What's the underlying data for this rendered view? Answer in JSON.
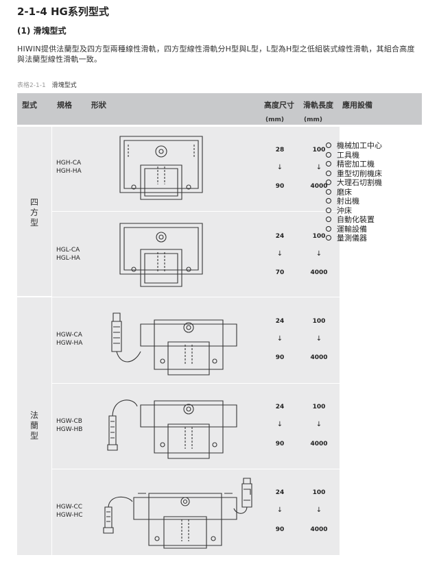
{
  "title": "2-1-4 HG系列型式",
  "subtitle": "(1) 滑塊型式",
  "description": "HIWIN提供法蘭型及四方型兩種線性滑軌，四方型線性滑軌分H型與L型，L型為H型之低組裝式線性滑軌，其組合高度與法蘭型線性滑軌一致。",
  "caption": {
    "number": "表格2-1-1",
    "text": "滑塊型式"
  },
  "headers": {
    "type": "型式",
    "spec": "規格",
    "shape": "形狀",
    "height": "高度尺寸",
    "length": "滑軌長度",
    "application": "應用設備",
    "height_unit": "(mm)",
    "length_unit": "(mm)"
  },
  "types": [
    {
      "label": "四方型",
      "lines": [
        "四",
        "方",
        "型"
      ]
    },
    {
      "label": "法蘭型",
      "lines": [
        "法",
        "蘭",
        "型"
      ]
    }
  ],
  "rows": [
    {
      "spec": [
        "HGH-CA",
        "HGH-HA"
      ],
      "height_min": "28",
      "height_max": "90",
      "length_min": "100",
      "length_max": "4000",
      "arrow": "↓"
    },
    {
      "spec": [
        "HGL-CA",
        "HGL-HA"
      ],
      "height_min": "24",
      "height_max": "70",
      "length_min": "100",
      "length_max": "4000",
      "arrow": "↓"
    },
    {
      "spec": [
        "HGW-CA",
        "HGW-HA"
      ],
      "height_min": "24",
      "height_max": "90",
      "length_min": "100",
      "length_max": "4000",
      "arrow": "↓"
    },
    {
      "spec": [
        "HGW-CB",
        "HGW-HB"
      ],
      "height_min": "24",
      "height_max": "90",
      "length_min": "100",
      "length_max": "4000",
      "arrow": "↓"
    },
    {
      "spec": [
        "HGW-CC",
        "HGW-HC"
      ],
      "height_min": "24",
      "height_max": "90",
      "length_min": "100",
      "length_max": "4000",
      "arrow": "↓"
    }
  ],
  "applications": [
    "機械加工中心",
    "工具機",
    "精密加工機",
    "重型切削機床",
    "大理石切割機",
    "磨床",
    "射出機",
    "沖床",
    "自動化裝置",
    "運輸設備",
    "量測儀器"
  ]
}
